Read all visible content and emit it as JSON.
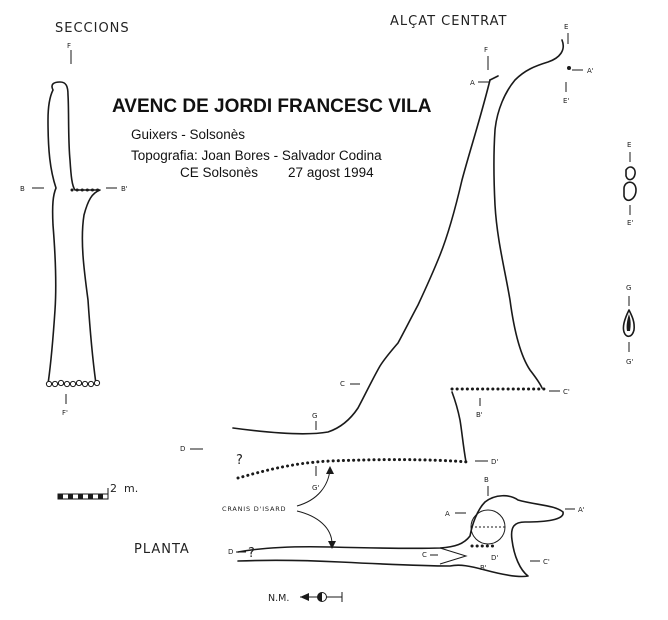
{
  "title": "AVENC DE JORDI FRANCESC VILA",
  "location": "Guixers - Solsonès",
  "survey": "Topografia: Joan Bores - Salvador Codina",
  "club_date": "CE Solsonès        27 agost 1994",
  "headings": {
    "sections": "SECCIONS",
    "elevation": "ALÇAT  CENTRAT",
    "plan": "PLANTA"
  },
  "scale_label": "2  m.",
  "north_label": "N.M.",
  "annotation": "CRANIS  D'ISARD",
  "question_mark": "?",
  "section_letters": {
    "A": "A",
    "A_prime": "A'",
    "B": "B",
    "B_prime": "B'",
    "C": "C",
    "C_prime": "C'",
    "D": "D",
    "D_prime": "D'",
    "E": "E",
    "E_prime": "E'",
    "F": "F",
    "F_prime": "F'",
    "G": "G",
    "G_prime": "G'"
  },
  "colors": {
    "ink": "#1a1a1a",
    "paper": "#ffffff"
  }
}
